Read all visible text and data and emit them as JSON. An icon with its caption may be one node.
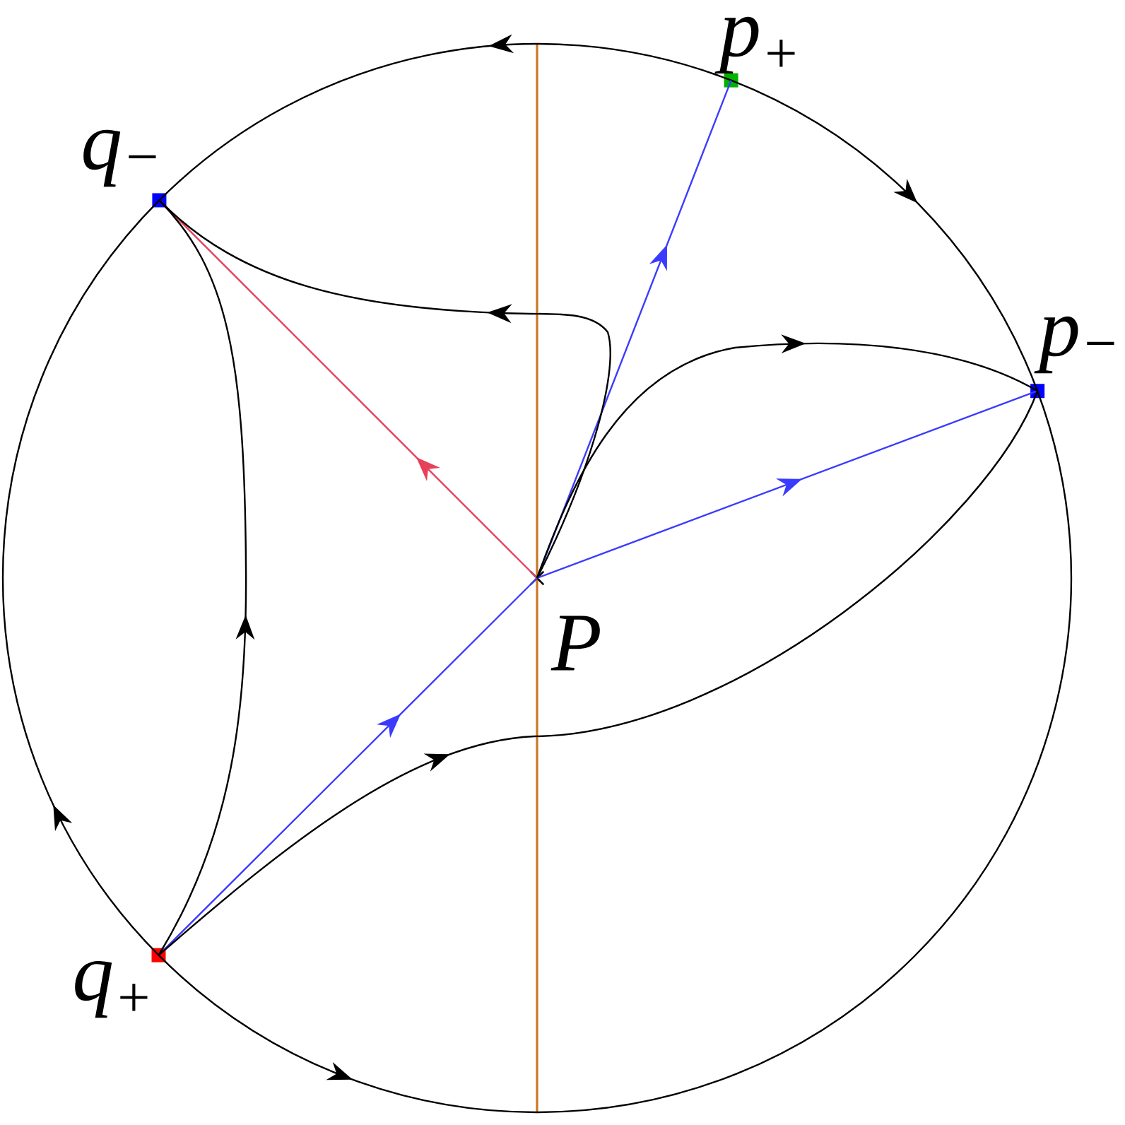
{
  "diagram": {
    "nodes": [
      {
        "text": [],
        "shape": "box",
        "beside": [
          "p$_{+}$"
        ]
      },
      {
        "text": [],
        "shape": "box",
        "beside": [
          "q$_{−}$"
        ]
      },
      {
        "text": [],
        "shape": "box",
        "beside": [
          "p$_{−}$"
        ]
      },
      {
        "text": [],
        "shape": "cross",
        "beside": [
          "P"
        ]
      },
      {
        "text": [],
        "shape": "box",
        "beside": [
          "q$_{+}$"
        ]
      }
    ],
    "edges": [
      {
        "from": 0,
        "to": 1,
        "arrow": "to"
      },
      {
        "from": 0,
        "to": 2,
        "arrow": "to"
      },
      {
        "from": 4,
        "to": 1,
        "arrow": "to"
      },
      {
        "from": 4,
        "to": 2,
        "arrow": "to"
      },
      {
        "from": 3,
        "to": 0,
        "arrow": "to",
        "color": "#3b3bff"
      },
      {
        "from": 3,
        "to": 2,
        "arrow": "to",
        "color": "#3b3bff"
      },
      {
        "from": 4,
        "to": 3,
        "arrow": "to",
        "color": "#3b3bff"
      },
      {
        "from": 3,
        "to": 1,
        "arrow": "to",
        "color": "#e8405a"
      },
      {
        "from": 3,
        "to": 1,
        "arrow": "to"
      },
      {
        "from": 3,
        "to": 2,
        "arrow": "to"
      },
      {
        "from": 4,
        "to": 1,
        "arrow": "to"
      },
      {
        "from": 4,
        "to": 2,
        "arrow": "to"
      }
    ]
  }
}
